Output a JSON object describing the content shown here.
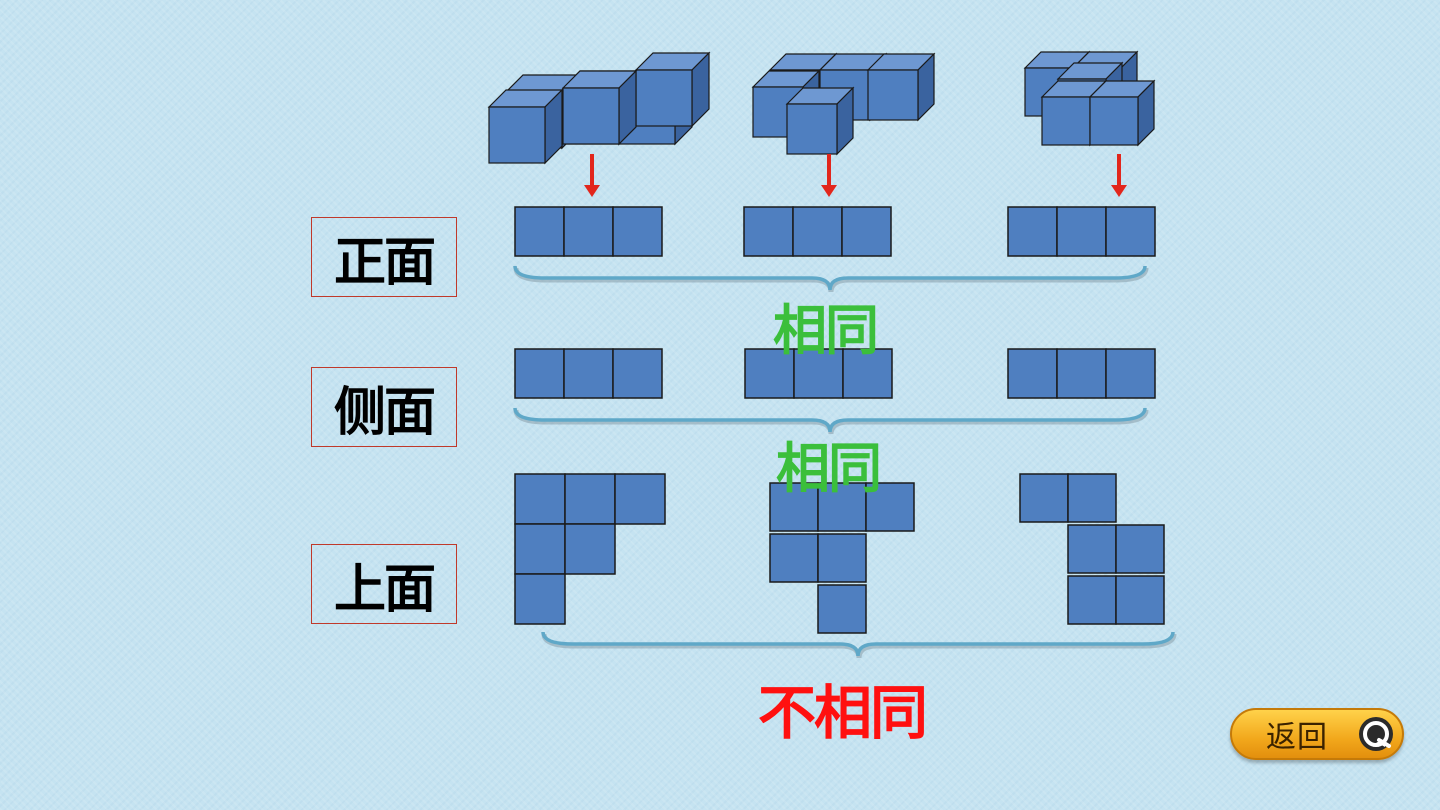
{
  "labels": {
    "front": "正面",
    "side": "侧面",
    "top": "上面"
  },
  "results": {
    "front": "相同",
    "side": "相同",
    "top": "不相同"
  },
  "back_button": {
    "label": "返回"
  },
  "colors": {
    "cube_face": "#4f7fc0",
    "cube_top": "#6e98d2",
    "cube_side": "#3a639f",
    "outline": "#1a1a1a",
    "arrow": "#e2261c",
    "brace": "#5fa8c8",
    "same_text": "#3bbf3b",
    "diff_text": "#ff1010",
    "label_border": "#c0392b"
  },
  "icons": {
    "back": "arrow-circle-icon",
    "view_arrow": "arrow-down-icon",
    "brace": "curly-brace-icon"
  }
}
